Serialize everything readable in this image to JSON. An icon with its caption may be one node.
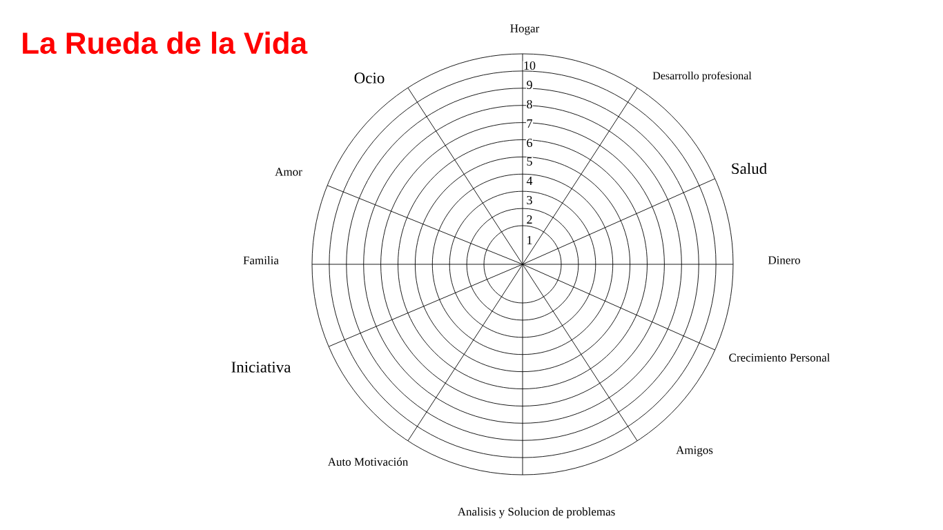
{
  "diagram": {
    "title": "La Rueda de la Vida",
    "labels": [
      "Hogar",
      "10",
      "Desarrollo profesional",
      "Ocio",
      "9",
      "8",
      "7",
      "6",
      "Salud",
      "Amor",
      "5",
      "4",
      "3",
      "2",
      "1",
      "Familia",
      "Dinero",
      "Crecimiento Personal",
      "Iniciativa",
      "Amigos",
      "Auto Motivación",
      "Analisis y Solucion de problemas"
    ]
  }
}
